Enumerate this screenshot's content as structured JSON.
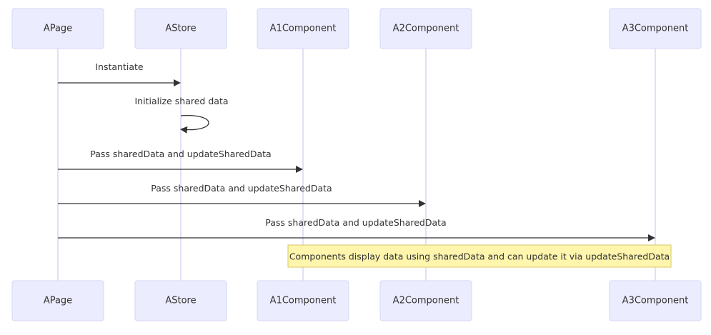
{
  "diagram": {
    "type": "sequence",
    "participants": [
      {
        "id": "apage",
        "label": "APage"
      },
      {
        "id": "astore",
        "label": "AStore"
      },
      {
        "id": "a1",
        "label": "A1Component"
      },
      {
        "id": "a2",
        "label": "A2Component"
      },
      {
        "id": "a3",
        "label": "A3Component"
      }
    ],
    "messages": [
      {
        "id": "m1",
        "from": "apage",
        "to": "astore",
        "label": "Instantiate"
      },
      {
        "id": "m2",
        "from": "astore",
        "to": "astore",
        "label": "Initialize shared data"
      },
      {
        "id": "m3",
        "from": "apage",
        "to": "a1",
        "label": "Pass sharedData and updateSharedData"
      },
      {
        "id": "m4",
        "from": "apage",
        "to": "a2",
        "label": "Pass sharedData and updateSharedData"
      },
      {
        "id": "m5",
        "from": "apage",
        "to": "a3",
        "label": "Pass sharedData and updateSharedData"
      }
    ],
    "note": {
      "over": [
        "a1",
        "a3"
      ],
      "text": "Components display data using sharedData and can update it via updateSharedData"
    },
    "colors": {
      "actor_fill": "#ECECFF",
      "actor_border": "#D6D6F4",
      "lifeline": "#D6D6F4",
      "message": "#333333",
      "note_fill": "#FFF5AD",
      "note_border": "#D6CA6A",
      "text": "#333333"
    }
  }
}
